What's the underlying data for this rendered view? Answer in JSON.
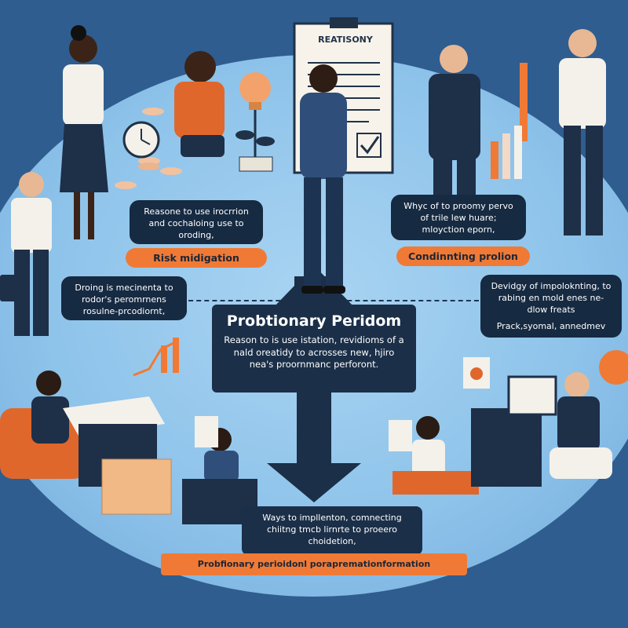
{
  "document": {
    "title": "REATISONY"
  },
  "top_left": {
    "text": "Reasone to use irocrrion and cochaloing use to oroding,",
    "pill": "Risk midigation"
  },
  "top_right": {
    "text": "Whyc of to proomy pervo of trile lew huare; mloyction eporn,",
    "pill": "Condinnting prolion"
  },
  "mid_left": {
    "text": "Droing is mecinenta to rodor's peromrnens rosulne-prcodiornt,"
  },
  "mid_right": {
    "text": "Devidgy of impoloknting, to rabing en mold enes ne-dlow freats",
    "sub": "Prack,syomal, annedmev"
  },
  "center": {
    "title": "Probtionary Peridom",
    "body": "Reason to is use istation, revidioms of a nald oreatidy to acrosses new, hjiro nea's proornmanc perforont."
  },
  "bottom": {
    "text": "Ways to impllenton, comnecting chiitng tmcb lirnrte to proeero choidetion,",
    "banner": "Probfionary perioidonl porapremationformation"
  },
  "colors": {
    "background": "#2f5d8f",
    "ellipse": "#8ec3ea",
    "navy": "#162a42",
    "orange": "#f07a35"
  }
}
